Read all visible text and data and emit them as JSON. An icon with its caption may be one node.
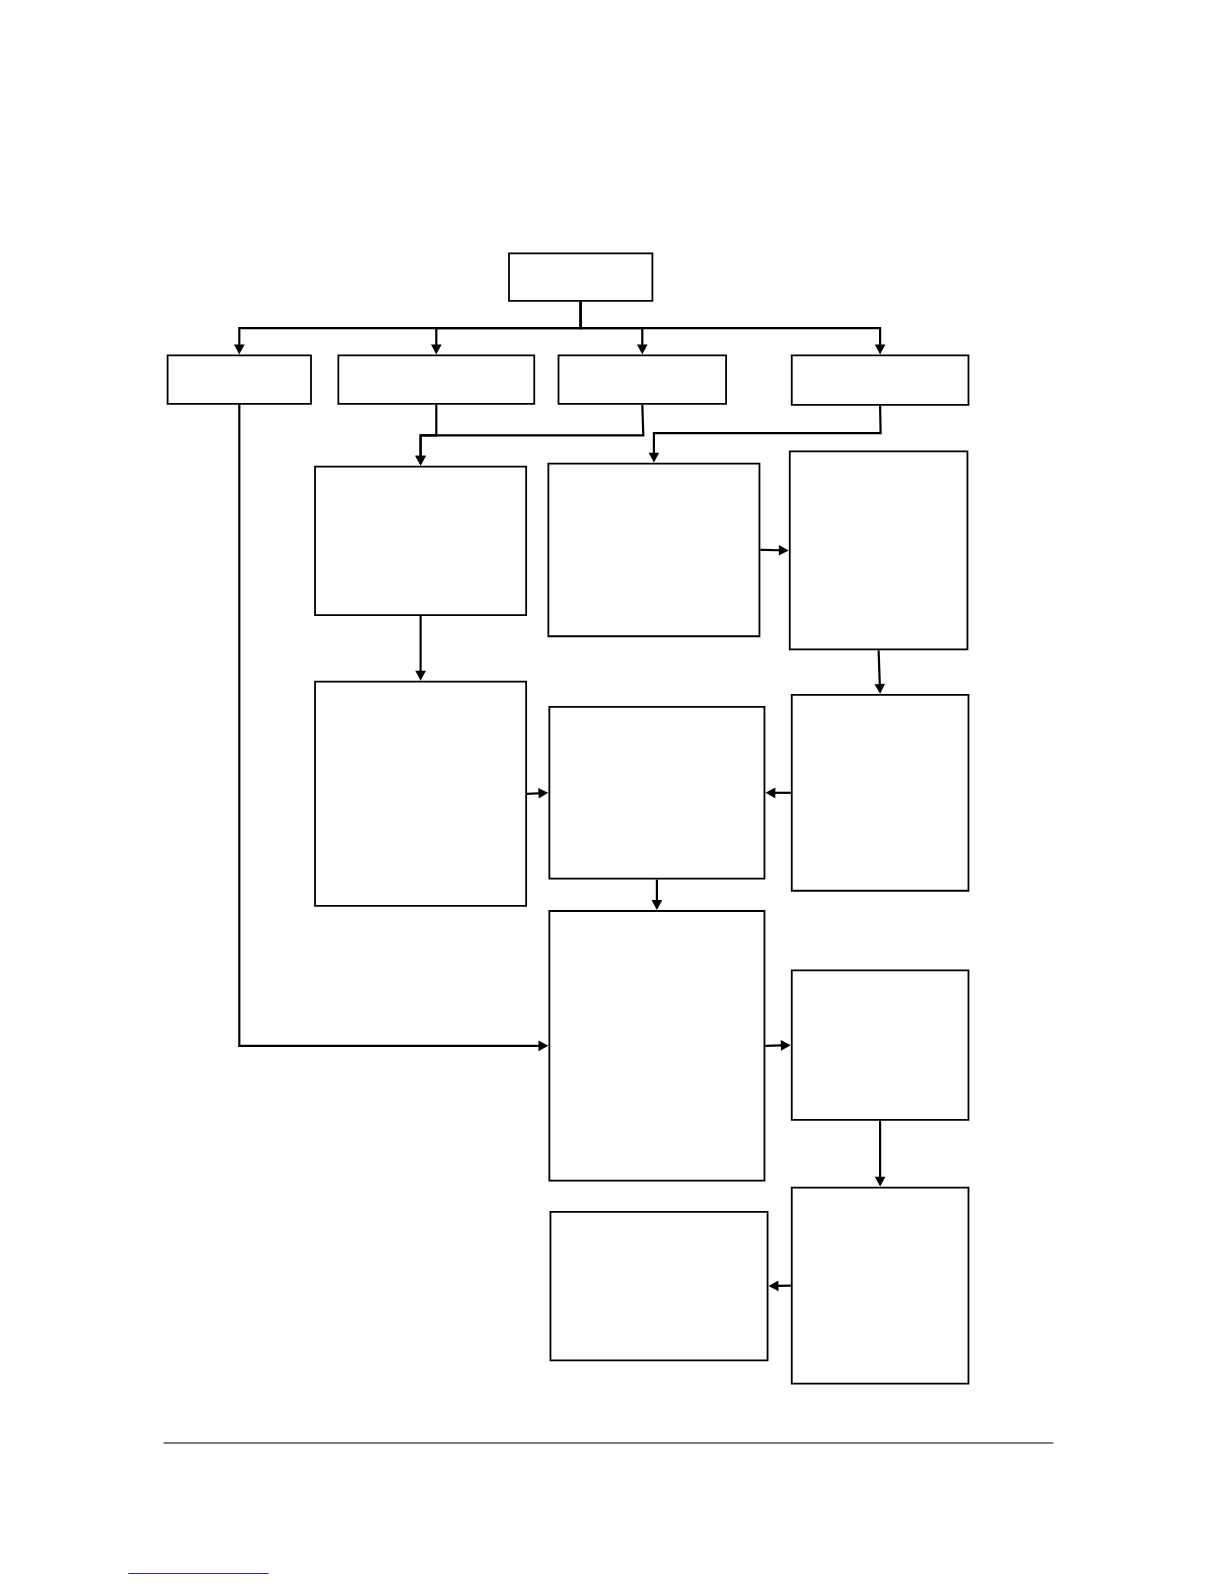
{
  "diagram": {
    "nodes": [
      {
        "text": [],
        "shape": "box"
      },
      {
        "text": [],
        "shape": "box"
      },
      {
        "text": [],
        "shape": "box"
      },
      {
        "text": [],
        "shape": "box"
      },
      {
        "text": [],
        "shape": "box"
      },
      {
        "text": [],
        "shape": "box"
      },
      {
        "text": [],
        "shape": "box"
      },
      {
        "text": [],
        "shape": "box"
      },
      {
        "text": [],
        "shape": "box"
      },
      {
        "text": [],
        "shape": "box"
      },
      {
        "text": [],
        "shape": "box"
      },
      {
        "text": [],
        "shape": "box"
      },
      {
        "text": [],
        "shape": "box"
      },
      {
        "text": [],
        "shape": "box"
      },
      {
        "text": [],
        "shape": "box"
      }
    ],
    "edges": [
      {
        "from": 0,
        "to": 1,
        "arrow": "to"
      },
      {
        "from": 0,
        "to": 2,
        "arrow": "to"
      },
      {
        "from": 0,
        "to": 3,
        "arrow": "to"
      },
      {
        "from": 0,
        "to": 4,
        "arrow": "to"
      },
      {
        "from": 2,
        "to": 5,
        "arrow": "to"
      },
      {
        "from": 3,
        "to": 5,
        "arrow": "to"
      },
      {
        "from": 4,
        "to": 6,
        "arrow": "to"
      },
      {
        "from": 6,
        "to": 7,
        "arrow": "to"
      },
      {
        "from": 5,
        "to": 8,
        "arrow": "to"
      },
      {
        "from": 7,
        "to": 10,
        "arrow": "to"
      },
      {
        "from": 8,
        "to": 9,
        "arrow": "to"
      },
      {
        "from": 10,
        "to": 9,
        "arrow": "to"
      },
      {
        "from": 9,
        "to": 11,
        "arrow": "to"
      },
      {
        "from": 1,
        "to": 11,
        "arrow": "to"
      },
      {
        "from": 11,
        "to": 12,
        "arrow": "to"
      },
      {
        "from": 12,
        "to": 14,
        "arrow": "to"
      },
      {
        "from": 14,
        "to": 13,
        "arrow": "to"
      }
    ]
  }
}
